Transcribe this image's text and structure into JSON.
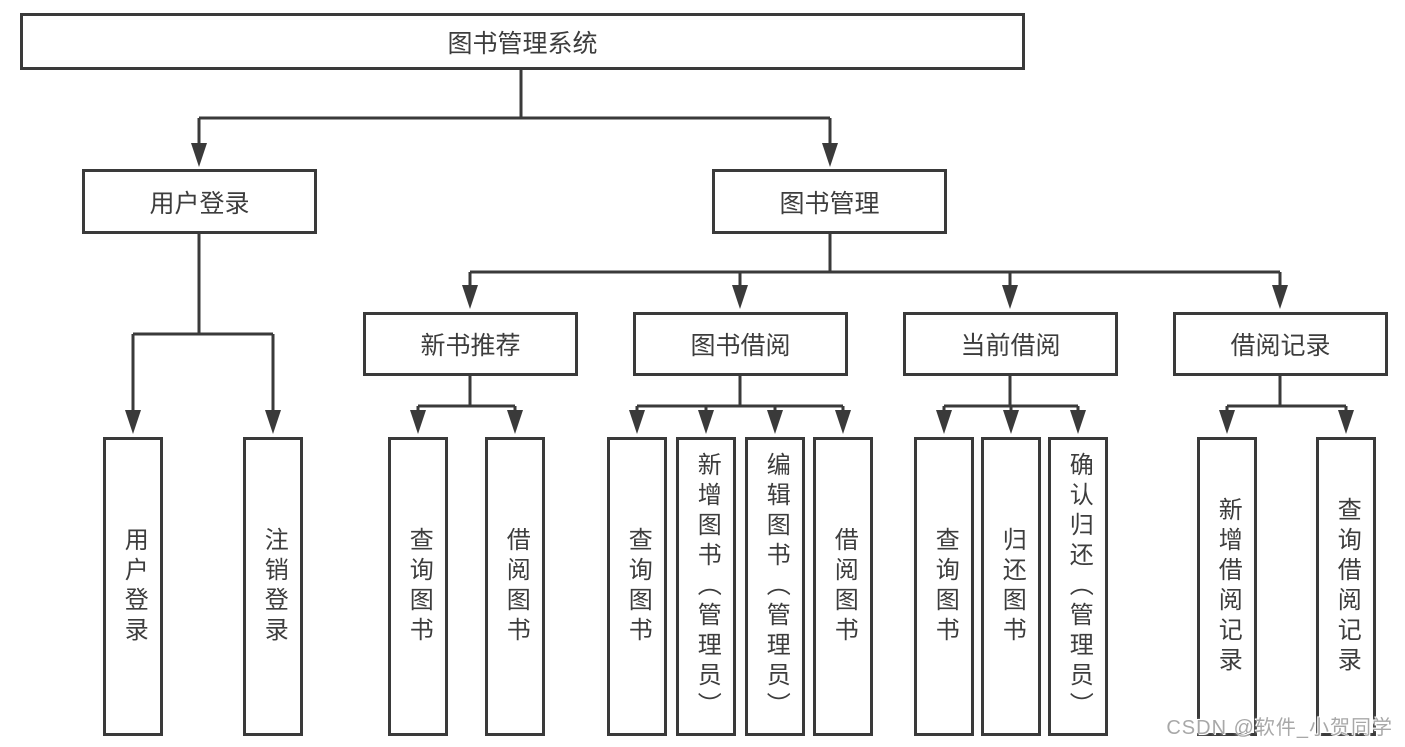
{
  "colors": {
    "line": "#3a3a3a",
    "box_border": "#3a3a3a",
    "box_fill": "#ffffff",
    "text": "#3d3d3d",
    "watermark": "#a8a8a8",
    "background": "#ffffff"
  },
  "diagram": {
    "root": {
      "label": "图书管理系统"
    },
    "branches": [
      {
        "label": "用户登录",
        "children": [
          {
            "label": "用户登录"
          },
          {
            "label": "注销登录"
          }
        ]
      },
      {
        "label": "图书管理",
        "children": [
          {
            "label": "新书推荐",
            "children": [
              {
                "label": "查询图书"
              },
              {
                "label": "借阅图书"
              }
            ]
          },
          {
            "label": "图书借阅",
            "children": [
              {
                "label": "查询图书"
              },
              {
                "label": "新增图书（管理员）"
              },
              {
                "label": "编辑图书（管理员）"
              },
              {
                "label": "借阅图书"
              }
            ]
          },
          {
            "label": "当前借阅",
            "children": [
              {
                "label": "查询图书"
              },
              {
                "label": "归还图书"
              },
              {
                "label": "确认归还（管理员）"
              }
            ]
          },
          {
            "label": "借阅记录",
            "children": [
              {
                "label": "新增借阅记录"
              },
              {
                "label": "查询借阅记录"
              }
            ]
          }
        ]
      }
    ]
  },
  "watermark": {
    "text": "CSDN @软件_小贺同学"
  }
}
